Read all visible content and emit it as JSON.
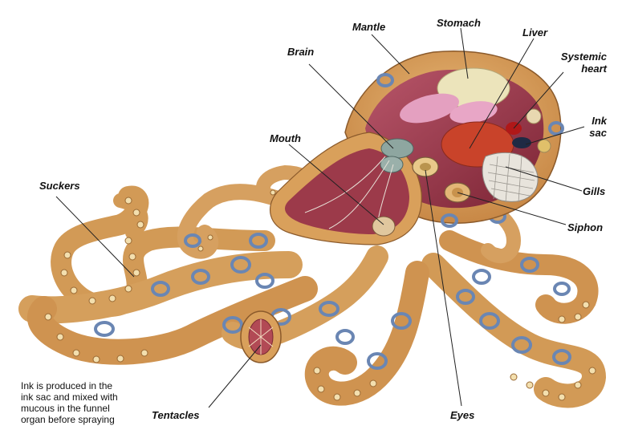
{
  "diagram": {
    "labels": {
      "mantle": "Mantle",
      "stomach": "Stomach",
      "liver": "Liver",
      "brain": "Brain",
      "systemic_heart": [
        "Systemic",
        "heart"
      ],
      "ink_sac": [
        "Ink",
        "sac"
      ],
      "mouth": "Mouth",
      "suckers": "Suckers",
      "gills": "Gills",
      "siphon": "Siphon",
      "tentacles": "Tentacles",
      "eyes": "Eyes"
    },
    "caption": [
      "Ink is produced in the",
      "ink sac and mixed with",
      "mucous in the funnel",
      "organ before spraying"
    ],
    "colors": {
      "skin": "#d9a05b",
      "skin_dark": "#b9783a",
      "sucker": "#f0d9a6",
      "ring": "#6a86b3",
      "interior": "#9c3a4a",
      "stomach": "#e9e1b8",
      "liver": "#c9432a",
      "heart": "#b01818",
      "gills": "#e6e2dc"
    }
  }
}
